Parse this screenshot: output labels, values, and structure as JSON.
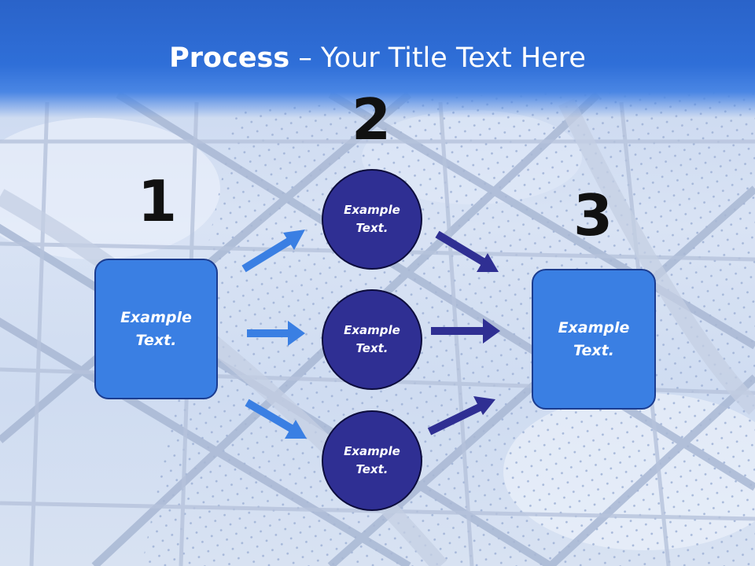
{
  "title": {
    "bold": "Process",
    "rest": " – Your Title Text Here"
  },
  "steps": {
    "one": "1",
    "two": "2",
    "three": "3"
  },
  "left_box": {
    "text": "Example\nText."
  },
  "right_box": {
    "text": "Example\nText."
  },
  "circles": [
    {
      "text": "Example\nText."
    },
    {
      "text": "Example\nText."
    },
    {
      "text": "Example\nText."
    }
  ],
  "colors": {
    "header": "#2f6fd8",
    "box_fill": "#3a7fe3",
    "circle_fill": "#2f2f93",
    "arrow_light": "#3a7fe3",
    "arrow_dark": "#2f2f93",
    "number_color": "#111111"
  }
}
